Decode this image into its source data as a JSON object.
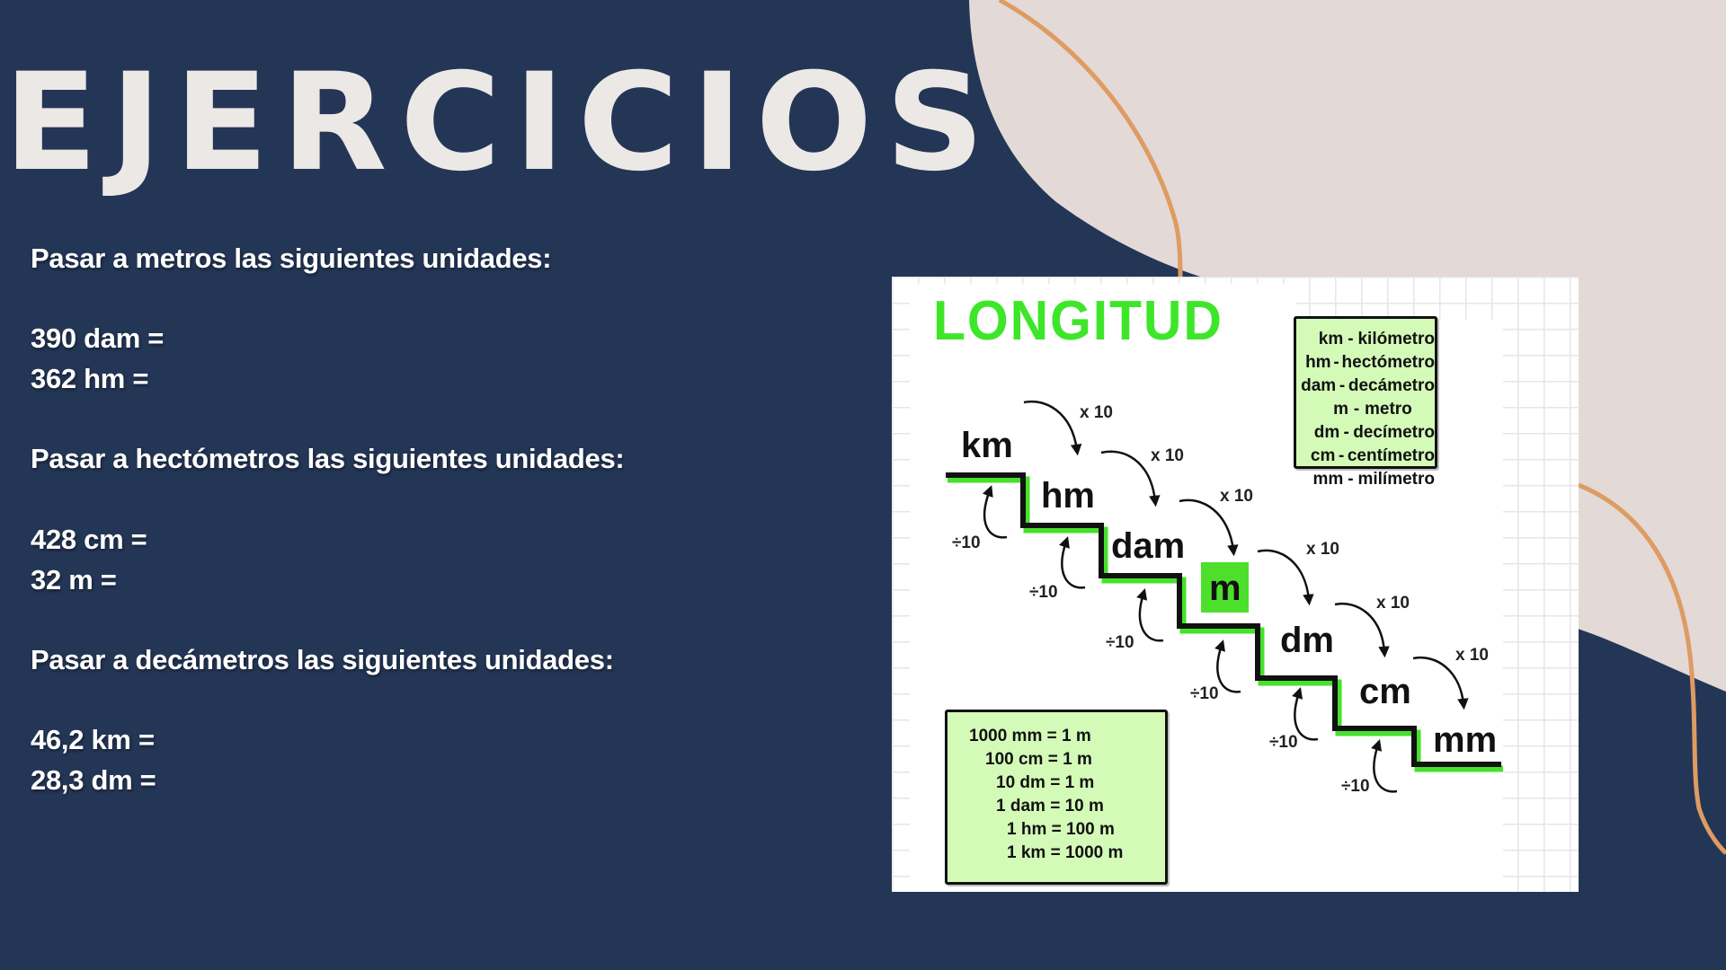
{
  "slide": {
    "title": "EJERCICIOS",
    "colors": {
      "background_navy": "#243656",
      "beige_shape": "#E3D9D6",
      "orange_curve": "#DE9B62",
      "title_text": "#ECE8E5",
      "body_text": "#FFFFFF"
    }
  },
  "exercises": {
    "sections": [
      {
        "heading": "Pasar a metros las siguientes unidades:",
        "items": [
          "390 dam =",
          "362 hm ="
        ]
      },
      {
        "heading": "Pasar a hectómetros las siguientes unidades:",
        "items": [
          "428 cm =",
          "32 m ="
        ]
      },
      {
        "heading": "Pasar a decámetros las siguientes unidades:",
        "items": [
          "46,2 km =",
          "28,3 dm ="
        ]
      }
    ]
  },
  "infographic": {
    "title": "LONGITUD",
    "colors": {
      "title_green": "#3EE62A",
      "box_fill": "#D4FAB8",
      "highlight_green": "#4CE02C",
      "stair_black": "#111111"
    },
    "legend": [
      {
        "abbr": "km",
        "dash": "-",
        "name": "kilómetro"
      },
      {
        "abbr": "hm",
        "dash": "-",
        "name": "hectómetro"
      },
      {
        "abbr": "dam",
        "dash": "-",
        "name": "decámetro"
      },
      {
        "abbr": "m",
        "dash": "-",
        "name": "metro"
      },
      {
        "abbr": "dm",
        "dash": "-",
        "name": "decímetro"
      },
      {
        "abbr": "cm",
        "dash": "-",
        "name": "centímetro"
      },
      {
        "abbr": "mm",
        "dash": "-",
        "name": "milímetro"
      }
    ],
    "stairs": {
      "units": [
        "km",
        "hm",
        "dam",
        "m",
        "dm",
        "cm",
        "mm"
      ],
      "highlighted_unit": "m",
      "multiply_label": "x 10",
      "divide_label": "÷10"
    },
    "equivalences": [
      "1000 mm = 1 m",
      "100 cm = 1 m",
      "10 dm = 1 m",
      "1 dam = 10 m",
      "1 hm = 100 m",
      "1 km = 1000 m"
    ]
  }
}
